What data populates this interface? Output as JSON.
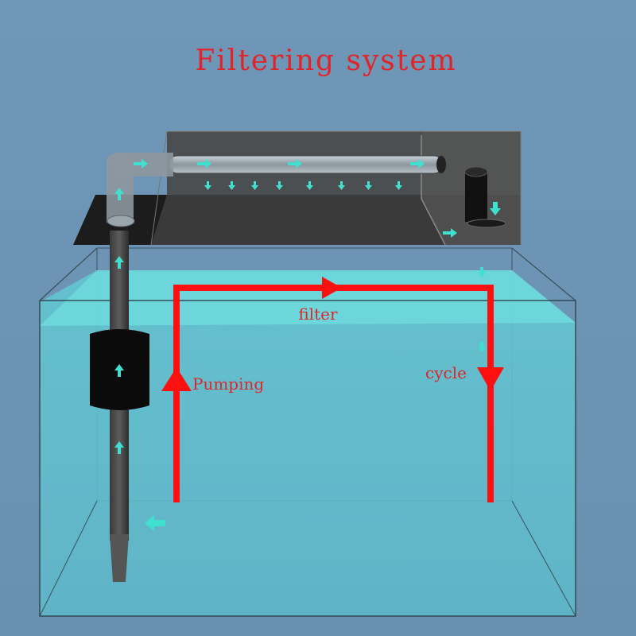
{
  "title": "Filtering system",
  "labels": {
    "filter": "filter",
    "pumping": "Pumping",
    "cycle": "cycle"
  },
  "colors": {
    "background": "#6a93b4",
    "title": "#e0252a",
    "flow_path": "#ff1010",
    "water": "#5fd0d4",
    "flow_arrow": "#3fe0d0",
    "filter_box": "#3b3b3b",
    "pump": "#0b0b0b"
  },
  "icons": {
    "small_arrows": "flow-arrow-icon",
    "path_arrows": "triangle-arrow-icon"
  }
}
